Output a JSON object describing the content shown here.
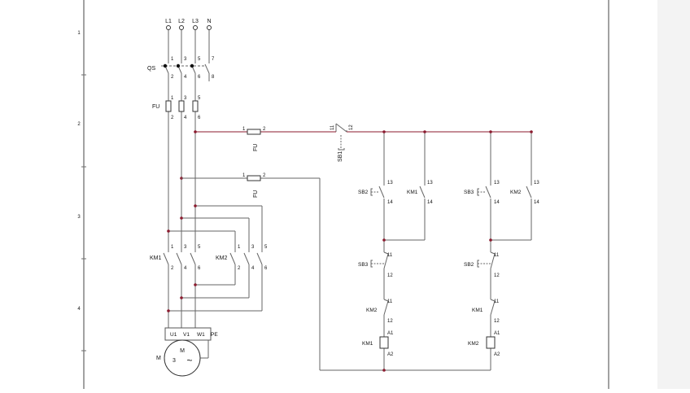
{
  "colors": {
    "background": "#ffffff",
    "wire": "#666666",
    "live_wire": "#8b1a2e",
    "junction": "#8b1a2e",
    "ruler": "#6e6e6e",
    "border": "#444444",
    "panel": "#f3f3f3",
    "text": "#111111"
  },
  "ruler_labels": [
    "1",
    "2",
    "3",
    "4"
  ],
  "supply": {
    "phases": [
      "L1",
      "L2",
      "L3",
      "N"
    ],
    "switch_label": "QS",
    "switch_pins_top": [
      "1",
      "3",
      "5",
      "7"
    ],
    "switch_pins_bottom": [
      "2",
      "4",
      "6",
      "8"
    ],
    "fuse_label": "FU",
    "fuse_pins_top": [
      "1",
      "3",
      "5"
    ],
    "fuse_pins_bottom": [
      "2",
      "4",
      "6"
    ]
  },
  "contactors": {
    "km1_label": "KM1",
    "km2_label": "KM2",
    "pins_top": [
      "1",
      "3",
      "5"
    ],
    "pins_bottom": [
      "2",
      "4",
      "6"
    ]
  },
  "motor": {
    "label": "M",
    "symbol": "M",
    "phase_count": "3",
    "wave": "~",
    "terminals": [
      "U1",
      "V1",
      "W1",
      "PE"
    ]
  },
  "control": {
    "fuse1_label": "FU",
    "fuse1_pin_a": "1",
    "fuse1_pin_b": "2",
    "fuse2_label": "FU",
    "fuse2_pin_a": "1",
    "fuse2_pin_b": "2",
    "stop_label": "SB1",
    "stop_symbol": "E",
    "stop_pin_a": "11",
    "stop_pin_b": "12",
    "branch1": {
      "start_label": "SB2",
      "hold_label": "KM1",
      "start_pin_top": "13",
      "start_pin_bottom": "14",
      "hold_pin_top": "13",
      "hold_pin_bottom": "14",
      "interlock_button_label": "SB3",
      "interlock_button_pin_top": "11",
      "interlock_button_pin_bottom": "12",
      "interlock_contact_label": "KM2",
      "interlock_contact_pin_top": "11",
      "interlock_contact_pin_bottom": "12",
      "coil_label": "KM1",
      "coil_pin_top": "A1",
      "coil_pin_bottom": "A2"
    },
    "branch2": {
      "start_label": "SB3",
      "hold_label": "KM2",
      "start_pin_top": "13",
      "start_pin_bottom": "14",
      "hold_pin_top": "13",
      "hold_pin_bottom": "14",
      "interlock_button_label": "SB2",
      "interlock_button_pin_top": "11",
      "interlock_button_pin_bottom": "12",
      "interlock_contact_label": "KM1",
      "interlock_contact_pin_top": "11",
      "interlock_contact_pin_bottom": "12",
      "coil_label": "KM2",
      "coil_pin_top": "A1",
      "coil_pin_bottom": "A2"
    }
  }
}
